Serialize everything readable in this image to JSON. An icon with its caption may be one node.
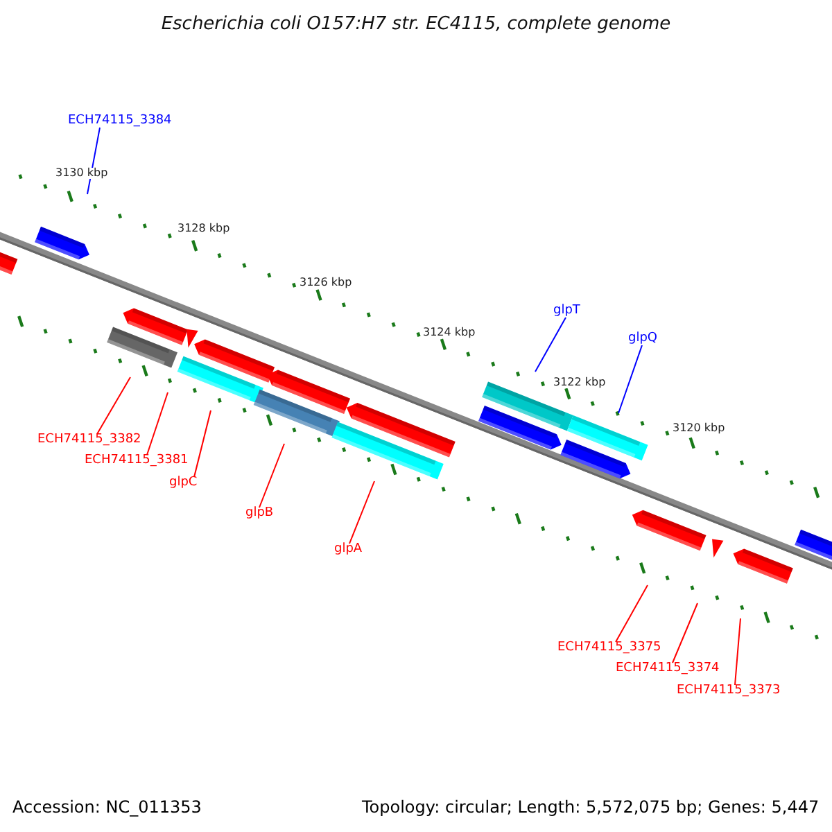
{
  "diagram": {
    "title": "Escherichia coli O157:H7 str. EC4115, complete genome",
    "nodes": [
      {
        "text": [
          "ECH74115_3384"
        ]
      },
      {
        "text": [
          "glpT"
        ]
      },
      {
        "text": [
          "glpQ"
        ]
      },
      {
        "text": [
          "ECH74115_3382"
        ]
      },
      {
        "text": [
          "ECH74115_3381"
        ]
      },
      {
        "text": [
          "glpC"
        ]
      },
      {
        "text": [
          "glpB"
        ]
      },
      {
        "text": [
          "glpA"
        ]
      },
      {
        "text": [
          "ECH74115_3375"
        ]
      },
      {
        "text": [
          "ECH74115_3374"
        ]
      },
      {
        "text": [
          "ECH74115_3373"
        ]
      }
    ],
    "edges": [
      {
        "from": 0,
        "to": null,
        "arrow": "none",
        "color": "#0000ff"
      },
      {
        "from": 1,
        "to": null,
        "arrow": "none",
        "color": "#0000ff"
      },
      {
        "from": 2,
        "to": null,
        "arrow": "none",
        "color": "#0000ff"
      },
      {
        "from": 3,
        "to": null,
        "arrow": "none"
      },
      {
        "from": 4,
        "to": null,
        "arrow": "none"
      },
      {
        "from": 5,
        "to": null,
        "arrow": "none"
      },
      {
        "from": 6,
        "to": null,
        "arrow": "none"
      },
      {
        "from": 7,
        "to": null,
        "arrow": "none"
      },
      {
        "from": 8,
        "to": null,
        "arrow": "none"
      },
      {
        "from": 9,
        "to": null,
        "arrow": "none"
      },
      {
        "from": 10,
        "to": null,
        "arrow": "none"
      }
    ],
    "labels": [
      "3130 kbp",
      "3128 kbp",
      "3126 kbp",
      "3124 kbp",
      "3122 kbp",
      "3120 kbp",
      "Accession: NC_011353",
      "Topology: circular; Length: 5,572,075 bp; Genes: 5,447"
    ]
  }
}
